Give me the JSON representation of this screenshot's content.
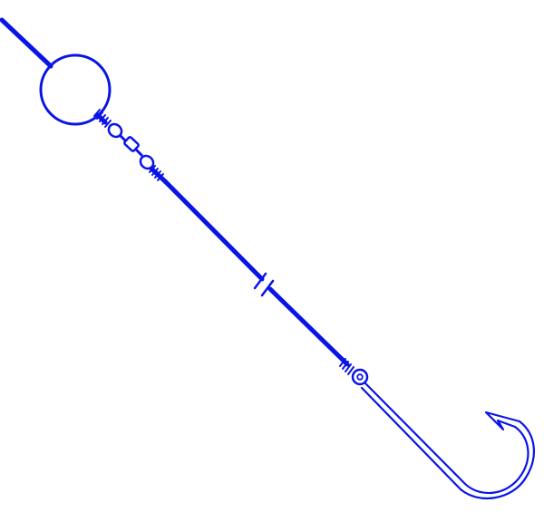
{
  "diagram": {
    "kind": "fishing rig line drawing",
    "stroke_color": "#0a14e6",
    "background_color": "#ffffff",
    "components": [
      "main-line",
      "float",
      "float-wrap",
      "swivel-ring-upper",
      "swivel-barrel",
      "swivel-ring-lower",
      "leader-wrap-upper",
      "leader-line",
      "line-break-marks",
      "hook-wrap",
      "hook-eye",
      "hook"
    ]
  }
}
